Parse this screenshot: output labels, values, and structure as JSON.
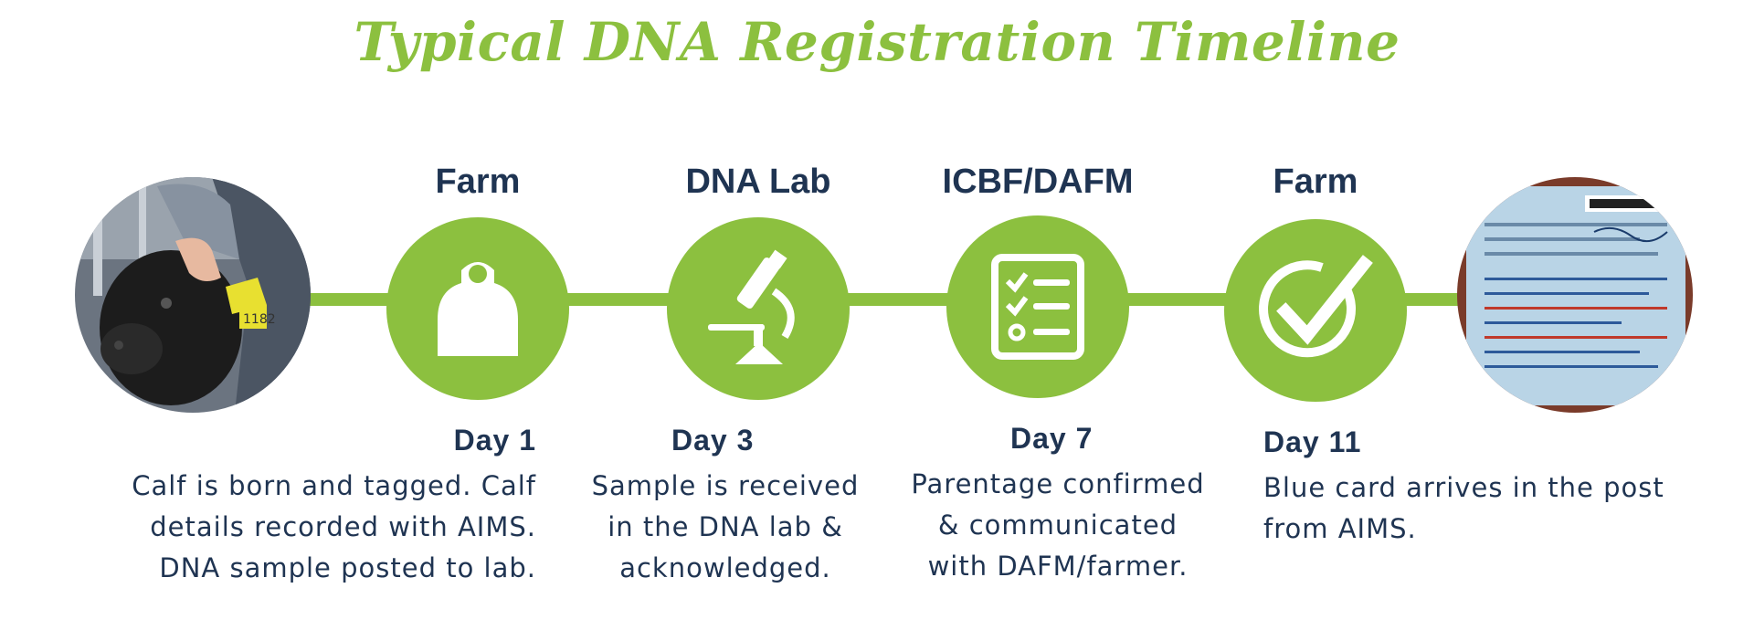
{
  "title": "Typical DNA Registration Timeline",
  "accent_color": "#8cc03f",
  "text_color": "#1f3452",
  "photos": {
    "start": {
      "description_icon": "calf-photo"
    },
    "end": {
      "description_icon": "blue-card-photo"
    }
  },
  "stages": [
    {
      "label": "Farm",
      "icon": "ear-tag-icon"
    },
    {
      "label": "DNA Lab",
      "icon": "microscope-icon"
    },
    {
      "label": "ICBF/DAFM",
      "icon": "checklist-icon"
    },
    {
      "label": "Farm",
      "icon": "check-circle-icon"
    }
  ],
  "steps": [
    {
      "day": "Day 1",
      "lines": [
        "Calf is born and tagged. Calf",
        "details recorded with AIMS.",
        "DNA sample posted to lab."
      ]
    },
    {
      "day": "Day 3",
      "lines": [
        "Sample is received",
        "in the DNA lab &",
        "acknowledged."
      ]
    },
    {
      "day": "Day 7",
      "lines": [
        "Parentage confirmed",
        "& communicated",
        "with DAFM/farmer."
      ]
    },
    {
      "day": "Day 11",
      "lines": [
        "Blue card arrives in the post",
        "from AIMS."
      ]
    }
  ]
}
